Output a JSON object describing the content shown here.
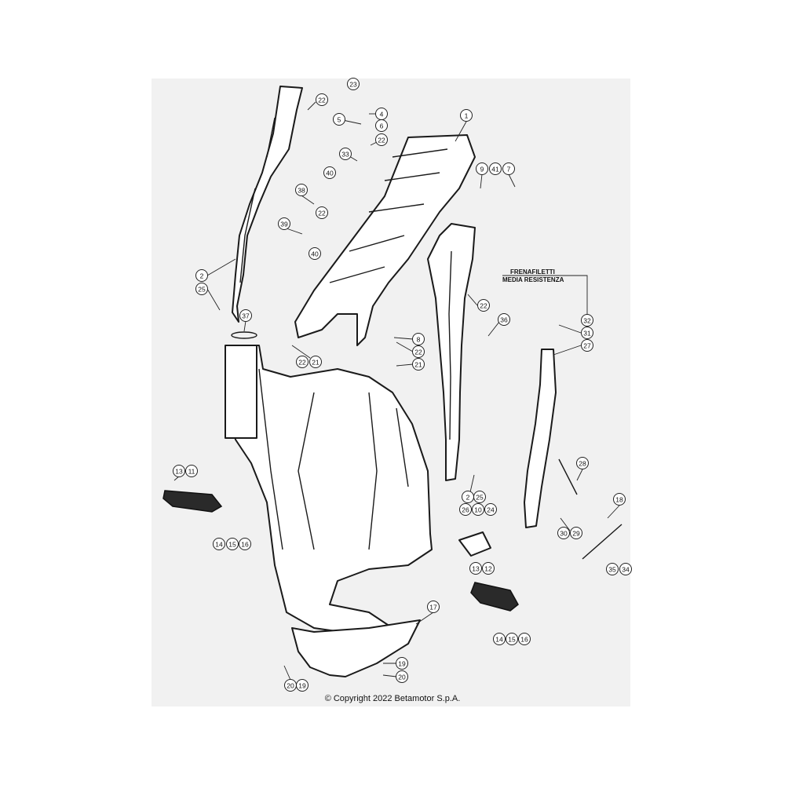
{
  "note": {
    "line1": "FRENAFILETTI",
    "line2": "MEDIA RESISTENZA"
  },
  "copyright": "© Copyright 2022 Betamotor S.p.A.",
  "callouts": [
    "1",
    "2",
    "25",
    "22",
    "23",
    "4",
    "5",
    "6",
    "22",
    "33",
    "40",
    "38",
    "22",
    "39",
    "40",
    "9",
    "41",
    "7",
    "22",
    "36",
    "32",
    "31",
    "27",
    "37",
    "8",
    "22",
    "21",
    "22",
    "21",
    "13",
    "11",
    "14",
    "15",
    "16",
    "28",
    "2",
    "25",
    "26",
    "10",
    "24",
    "18",
    "30",
    "29",
    "34",
    "35",
    "13",
    "12",
    "14",
    "15",
    "16",
    "17",
    "19",
    "20",
    "20",
    "19"
  ]
}
